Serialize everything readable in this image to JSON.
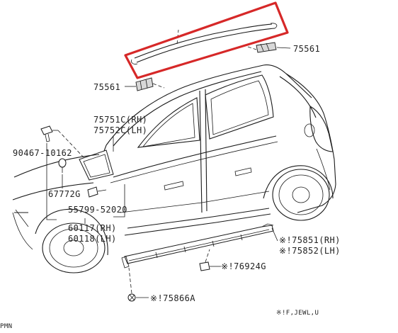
{
  "callouts": {
    "c75561_right": "75561",
    "c75561_left": "75561",
    "c75751c": "75751C(RH)",
    "c75752c": "75752C(LH)",
    "c90467": "90467-10162",
    "c67772g": "67772G",
    "c55799": "55799-52020",
    "c60117": "60117(RH)",
    "c60118": "60118(LH)",
    "c75851": "※!75851(RH)",
    "c75852": "※!75852(LH)",
    "c76924g": "※!76924G",
    "c75866a": "※!75866A"
  },
  "footnote": "※!F,JEWL,U",
  "corner_code": "PMN",
  "highlight": {
    "color": "#d62828",
    "target": "roof-rack-rail"
  }
}
